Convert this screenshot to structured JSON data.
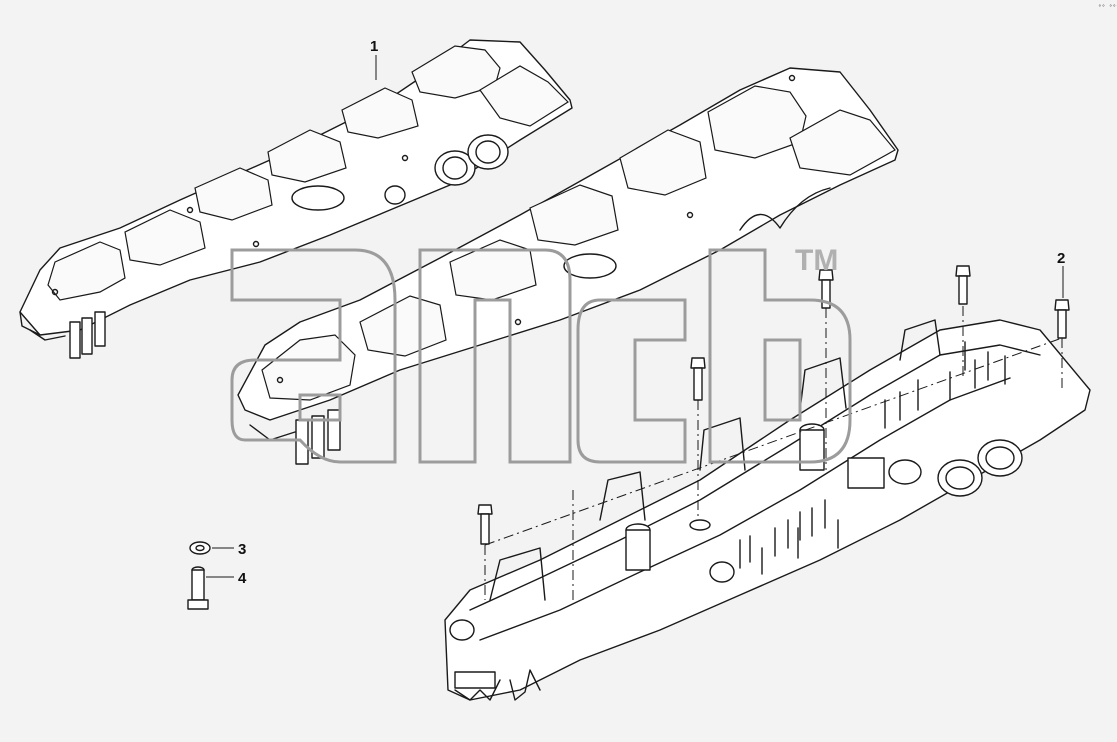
{
  "callouts": [
    {
      "id": "1",
      "label": "1"
    },
    {
      "id": "2",
      "label": "2"
    },
    {
      "id": "3",
      "label": "3"
    },
    {
      "id": "4",
      "label": "4"
    }
  ],
  "watermark": {
    "mark": "TM"
  },
  "corner_code": "°° °°°",
  "colors": {
    "line": "#1a1a1a",
    "background": "#f3f3f3",
    "watermark": "#9c9c9c"
  }
}
